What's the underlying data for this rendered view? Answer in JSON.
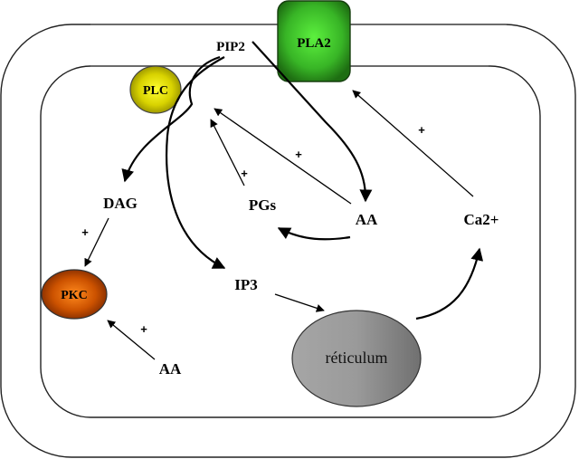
{
  "diagram": {
    "title": "Cell signaling: PLC / PLA2 pathway",
    "compartments": {
      "plasma_membrane": "outer cell membrane",
      "cytoplasm": "inner compartment"
    },
    "nodes": {
      "pla2": {
        "label": "PLA2",
        "color": "#3db82a"
      },
      "plc": {
        "label": "PLC",
        "color": "#d9d400"
      },
      "pkc": {
        "label": "PKC",
        "color": "#c44a00"
      },
      "reticulum": {
        "label": "réticulum",
        "color": "#8a8a8a"
      },
      "pip2": {
        "label": "PIP2"
      },
      "dag": {
        "label": "DAG"
      },
      "ip3": {
        "label": "IP3"
      },
      "pgs": {
        "label": "PGs"
      },
      "aa_center": {
        "label": "AA"
      },
      "aa_bottom": {
        "label": "AA"
      },
      "ca2": {
        "label": "Ca2+"
      }
    },
    "signs": {
      "pgs_to_plc": "+",
      "aa_to_plc": "+",
      "ca2_to_pla2": "+",
      "dag_to_pkc": "+",
      "aa_to_pkc": "+"
    },
    "edges": [
      {
        "from": "PIP2",
        "to": "DAG",
        "via": "PLC"
      },
      {
        "from": "PIP2",
        "to": "IP3",
        "via": "PLC"
      },
      {
        "from": "PIP2",
        "to": "AA",
        "via": "PLA2"
      },
      {
        "from": "AA",
        "to": "PGs"
      },
      {
        "from": "PGs",
        "to": "PLC",
        "sign": "+"
      },
      {
        "from": "AA",
        "to": "PLC",
        "sign": "+"
      },
      {
        "from": "Ca2+",
        "to": "PLA2",
        "sign": "+"
      },
      {
        "from": "DAG",
        "to": "PKC",
        "sign": "+"
      },
      {
        "from": "AA",
        "to": "PKC",
        "sign": "+"
      },
      {
        "from": "IP3",
        "to": "réticulum"
      },
      {
        "from": "réticulum",
        "to": "Ca2+"
      }
    ]
  }
}
